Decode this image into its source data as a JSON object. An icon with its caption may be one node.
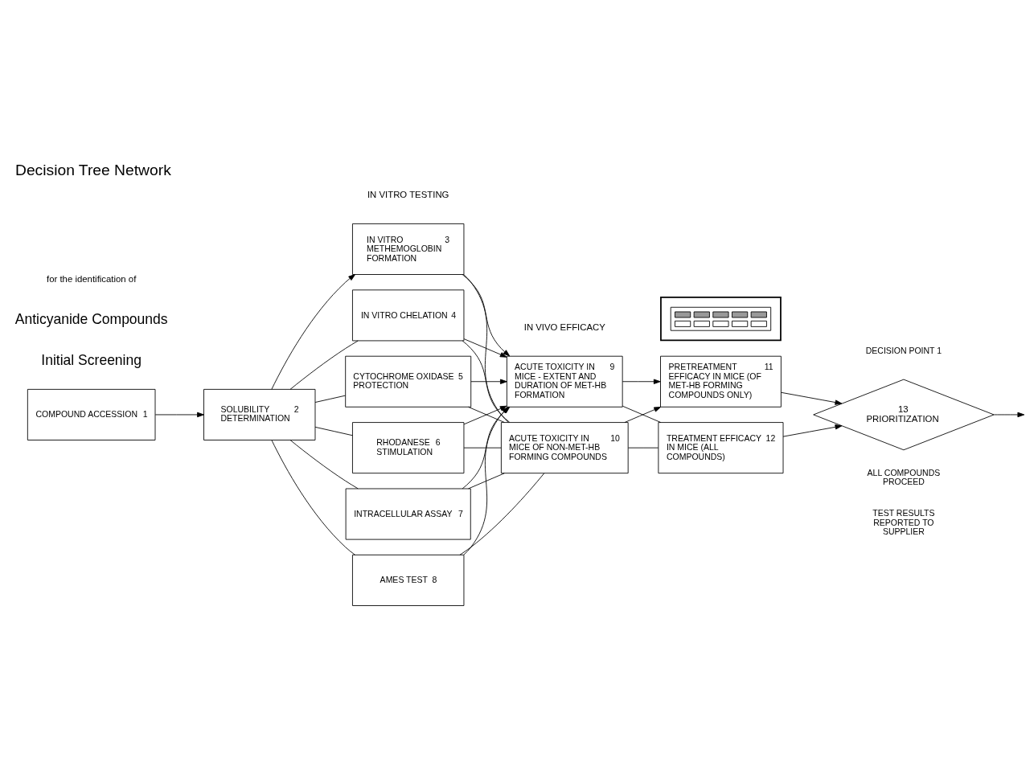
{
  "diagram": {
    "title": "Decision Tree Network",
    "nodes": [
      {
        "text": [
          "COMPOUND ACCESSION",
          "1"
        ]
      },
      {
        "text": [
          "SOLUBILITY DETERMINATION",
          "2"
        ]
      },
      {
        "text": [
          "IN VITRO METHEMOGLOBIN FORMATION",
          "3"
        ]
      },
      {
        "text": [
          "IN VITRO CHELATION",
          "4"
        ]
      },
      {
        "text": [
          "CYTOCHROME OXIDASE PROTECTION",
          "5"
        ]
      },
      {
        "text": [
          "RHODANESE STIMULATION",
          "6"
        ]
      },
      {
        "text": [
          "INTRACELLULAR ASSAY",
          "7"
        ]
      },
      {
        "text": [
          "AMES TEST",
          "8"
        ]
      },
      {
        "text": [
          "ACUTE TOXICITY IN MICE - EXTENT AND DURATION OF MET-HB FORMATION",
          "9"
        ]
      },
      {
        "text": [
          "ACUTE TOXICITY IN MICE OF NON-MET-HB FORMING COMPOUNDS",
          "10"
        ]
      },
      {
        "text": [
          "PRETREATMENT EFFICACY IN MICE (OF MET-HB FORMING COMPOUNDS ONLY)",
          "11"
        ]
      },
      {
        "text": [
          "TREATMENT EFFICACY IN MICE (ALL COMPOUNDS)",
          "12"
        ]
      },
      {
        "text": [
          "13",
          "PRIORITIZATION"
        ],
        "beside": [
          "DECISION POINT 1",
          "ALL COMPOUNDS PROCEED",
          "TEST RESULTS REPORTED TO SUPPLIER"
        ]
      },
      {
        "text": [],
        "shape": "picture"
      }
    ],
    "edges": [
      {
        "from": 0,
        "to": 1,
        "arrow": "to"
      },
      {
        "from": 1,
        "to": 2,
        "arrow": "to"
      },
      {
        "from": 1,
        "to": 3,
        "arrow": "none"
      },
      {
        "from": 1,
        "to": 4,
        "arrow": "none"
      },
      {
        "from": 1,
        "to": 5,
        "arrow": "none"
      },
      {
        "from": 1,
        "to": 6,
        "arrow": "none"
      },
      {
        "from": 1,
        "to": 7,
        "arrow": "none"
      },
      {
        "from": 2,
        "to": 8,
        "arrow": "to"
      },
      {
        "from": 3,
        "to": 8,
        "arrow": "to"
      },
      {
        "from": 4,
        "to": 8,
        "arrow": "to"
      },
      {
        "from": 5,
        "to": 8,
        "arrow": "to"
      },
      {
        "from": 6,
        "to": 8,
        "arrow": "to"
      },
      {
        "from": 7,
        "to": 8,
        "arrow": "to"
      },
      {
        "from": 2,
        "to": 9,
        "arrow": "none"
      },
      {
        "from": 3,
        "to": 9,
        "arrow": "none"
      },
      {
        "from": 4,
        "to": 9,
        "arrow": "none"
      },
      {
        "from": 5,
        "to": 9,
        "arrow": "none"
      },
      {
        "from": 6,
        "to": 9,
        "arrow": "none"
      },
      {
        "from": 7,
        "to": 9,
        "arrow": "none"
      },
      {
        "from": 8,
        "to": 10,
        "arrow": "to"
      },
      {
        "from": 8,
        "to": 11,
        "arrow": "none"
      },
      {
        "from": 9,
        "to": 10,
        "arrow": "to"
      },
      {
        "from": 9,
        "to": 11,
        "arrow": "none"
      },
      {
        "from": 10,
        "to": 12,
        "arrow": "to"
      },
      {
        "from": 11,
        "to": 12,
        "arrow": "to"
      },
      {
        "from": 12,
        "to": null,
        "arrow": "to"
      }
    ],
    "labels": [
      "for the identification of",
      "Anticyanide Compounds",
      "Initial Screening",
      "IN VITRO TESTING",
      "IN VIVO EFFICACY"
    ]
  }
}
